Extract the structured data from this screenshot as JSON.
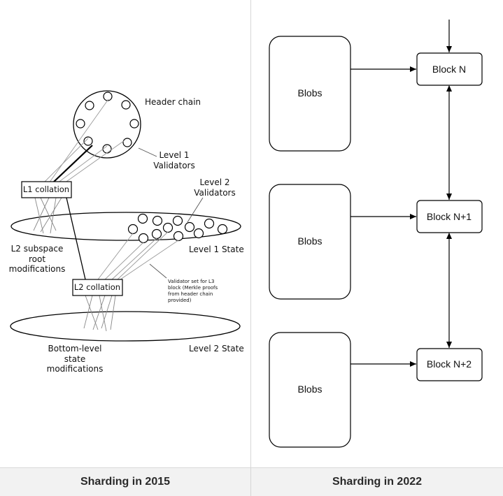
{
  "left_panel": {
    "caption": "Sharding in 2015",
    "labels": {
      "header_chain": "Header chain",
      "level1_validators": [
        "Level 1",
        "Validators"
      ],
      "level2_validators": [
        "Level 2",
        "Validators"
      ],
      "l1_collation": "L1 collation",
      "l2_collation": "L2 collation",
      "l2_subspace": [
        "L2 subspace",
        "root",
        "modifications"
      ],
      "level1_state": "Level 1 State",
      "validator_set": [
        "Validator set for L3",
        "block (Merkle proofs",
        "from header chain",
        "provided)"
      ],
      "bottom_level": [
        "Bottom-level",
        "state",
        "modifications"
      ],
      "level2_state": "Level 2 State"
    }
  },
  "right_panel": {
    "caption": "Sharding in 2022",
    "blobs": [
      "Blobs",
      "Blobs",
      "Blobs"
    ],
    "blocks": [
      "Block N",
      "Block N+1",
      "Block N+2"
    ]
  }
}
